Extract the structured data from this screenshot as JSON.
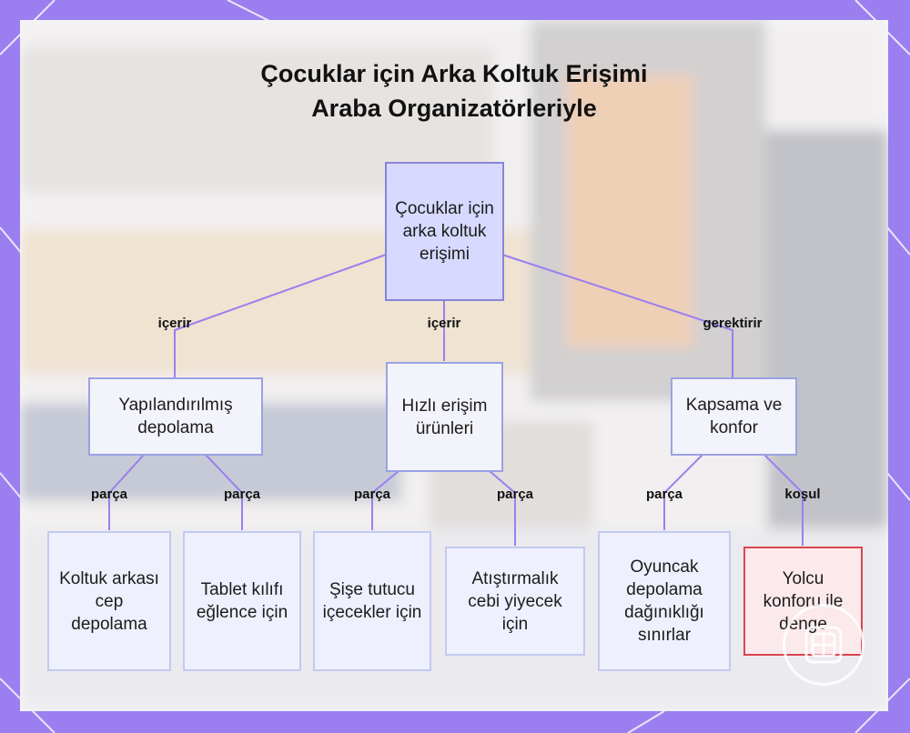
{
  "title_line1": "Çocuklar için Arka Koltuk Erişimi",
  "title_line2": "Araba Organizatörleriyle",
  "colors": {
    "frame": "#9b7ff0",
    "edge": "#9b7ff0",
    "root_fill": "#d7d9ff",
    "warn_border": "#d9454f"
  },
  "nodes": {
    "root": "Çocuklar için arka koltuk erişimi",
    "structured": "Yapılandırılmış depolama",
    "quick": "Hızlı erişim ürünleri",
    "coverage": "Kapsama ve konfor",
    "seatback": "Koltuk arkası cep depolama",
    "tablet": "Tablet kılıfı eğlence için",
    "bottle": "Şişe tutucu içecekler için",
    "snack": "Atıştırmalık cebi yiyecek için",
    "toy": "Oyuncak depolama dağınıklığı sınırlar",
    "balance": "Yolcu konforu ile denge"
  },
  "edge_labels": {
    "contains_left": "içerir",
    "contains_mid": "içerir",
    "requires": "gerektirir",
    "part1": "parça",
    "part2": "parça",
    "part3": "parça",
    "part4": "parça",
    "part5": "parça",
    "condition": "koşul"
  },
  "badge_icon": "organizer-grid-icon"
}
